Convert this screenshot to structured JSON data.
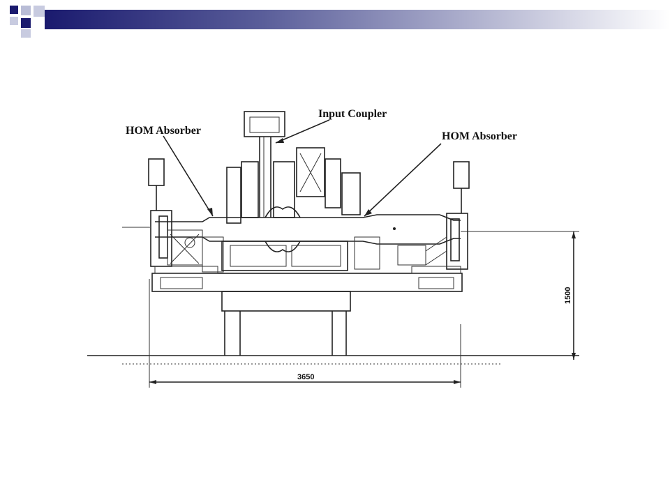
{
  "labels": {
    "input_coupler": "Input Coupler",
    "hom_absorber_left": "HOM Absorber",
    "hom_absorber_right": "HOM Absorber"
  },
  "dimensions": {
    "width": "3650",
    "height": "1500"
  },
  "colors": {
    "header_navy": "#1a1a6e",
    "header_light": "#b8bcd6",
    "ink": "#222222"
  }
}
